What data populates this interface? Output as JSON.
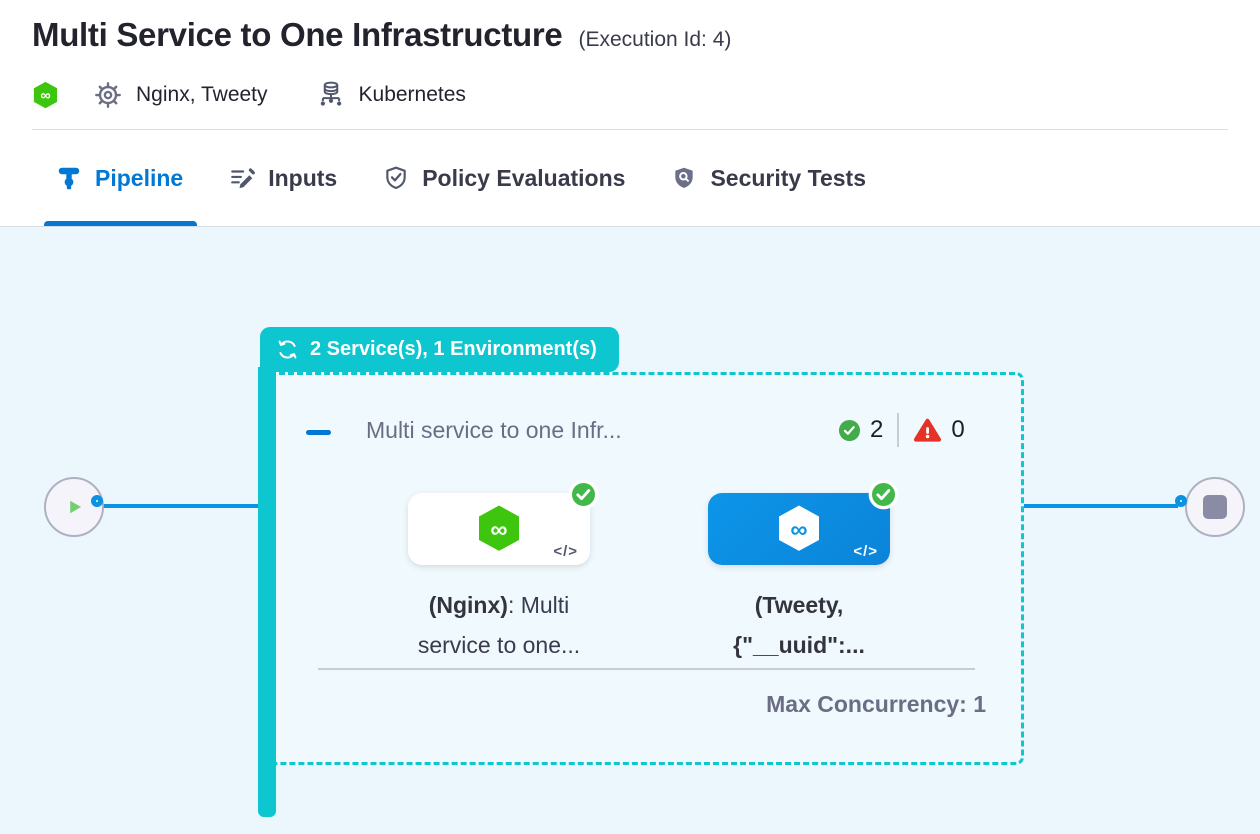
{
  "header": {
    "title": "Multi Service to One Infrastructure",
    "execution_id": "(Execution Id: 4)",
    "services": "Nginx, Tweety",
    "environment": "Kubernetes"
  },
  "tabs": [
    {
      "label": "Pipeline",
      "active": true
    },
    {
      "label": "Inputs",
      "active": false
    },
    {
      "label": "Policy Evaluations",
      "active": false
    },
    {
      "label": "Security Tests",
      "active": false
    }
  ],
  "pipeline": {
    "group_badge_label": "2 Service(s), 1 Environment(s)",
    "stage": {
      "name": "Multi service to one Infr...",
      "success_count": "2",
      "failed_count": "0",
      "max_concurrency_label": "Max Concurrency: 1",
      "nodes": [
        {
          "name_bold": "(Nginx)",
          "name_rest": ": Multi service to one...",
          "style": "white",
          "status": "success"
        },
        {
          "name_bold": "(Tweety, {\"__uuid\":...",
          "name_rest": "",
          "style": "blue",
          "status": "success"
        }
      ]
    }
  },
  "icons": {
    "infinity_glyph": "∞",
    "code_glyph": "</>"
  },
  "colors": {
    "accent_blue": "#0278D5",
    "edge_blue": "#0A92E4",
    "group_teal": "#0EC6D0",
    "success_green": "#42B84A",
    "error_red": "#E43326",
    "node_blue": "#0C8FE2",
    "canvas_bg": "#EBF7FC"
  }
}
